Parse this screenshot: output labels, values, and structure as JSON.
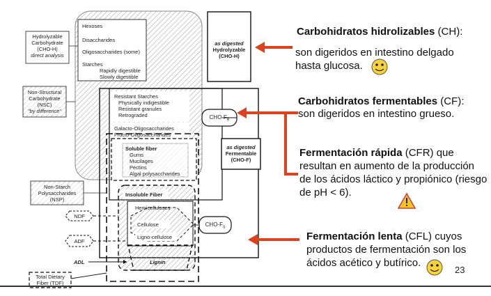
{
  "diagram": {
    "left_labels": {
      "hydrolyzable": [
        "Hydrolyzable",
        "Carbohydrate",
        "(CHO-H)",
        "direct analysis"
      ],
      "nsc": [
        "Non-Structural",
        "Carbohydrate",
        "(NSC)",
        "\"by difference\""
      ],
      "nsp": [
        "Non-Starch",
        "Polysaccharides",
        "(NSP)"
      ],
      "ndf": "NDF",
      "adf": "ADF",
      "adl": "ADL",
      "tdf": [
        "Total Dietary",
        "Fiber (TDF)"
      ]
    },
    "top_box": {
      "hexoses": "Hexoses",
      "disaccharides": "Disaccharides",
      "oligo": "Oligosaccharides (some)",
      "starches": "Starches",
      "rapid": "Rapidly digestible",
      "slow": "Slowly digestible"
    },
    "hydrolyzable_box": [
      "as digested",
      "Hydrolyzable",
      "(CHO-H)"
    ],
    "fermentable_box": [
      "as digested",
      "Fermentable",
      "(CHO-F)"
    ],
    "chofr": "CHO-F",
    "chofr_sub": "R",
    "chofs": "CHO-F",
    "chofs_sub": "S",
    "resistant": {
      "title": "Resistant Starches",
      "items": [
        "Physically indigestible",
        "Resistant granules",
        "Retrograded"
      ]
    },
    "galacto": [
      "Galacto-Oligosaccharides",
      "Fructo-Oligosaccharides"
    ],
    "soluble": {
      "title": "Soluble fiber",
      "items": [
        "Gums",
        "Mucilages",
        "Pectins",
        "Algal polysaccharides"
      ]
    },
    "insoluble": {
      "title": "Insoluble Fiber",
      "hemi": "Hemicelluloses",
      "cellulose": "Cellulose",
      "ligno": "Ligno-cellulose",
      "lignin": "Lignin"
    }
  },
  "text_blocks": {
    "ch": {
      "bold": "Carbohidratos hidrolizables",
      "rest": " (CH):"
    },
    "ch_desc": "son digeridos en intestino delgado hasta glucosa.",
    "cf": {
      "bold": "Carbohidratos fermentables",
      "rest": " (CF):"
    },
    "cf_desc": "son digeridos en intestino grueso.",
    "cfr": {
      "bold": "Fermentación rápida",
      "rest": " (CFR) que resultan en aumento de la producción de los ácidos láctico y propiónico (riesgo de pH < 6)."
    },
    "cfl": {
      "bold": "Fermentación lenta",
      "rest": " (CFL) cuyos productos de fermentación son los ácidos acético y butírico."
    }
  },
  "page_number": "23",
  "colors": {
    "arrow": "#e0401c",
    "warning": "#f5c518",
    "smiley": "#f7d33a"
  }
}
